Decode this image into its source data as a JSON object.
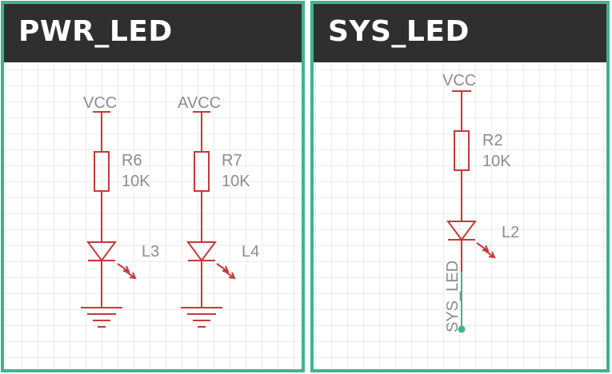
{
  "panels": {
    "left": {
      "title": "PWR_LED"
    },
    "right": {
      "title": "SYS_LED"
    }
  },
  "circuits": {
    "r6": {
      "supply": "VCC",
      "resistor": "R6",
      "value": "10K",
      "led": "L3"
    },
    "r7": {
      "supply": "AVCC",
      "resistor": "R7",
      "value": "10K",
      "led": "L4"
    },
    "r2": {
      "supply": "VCC",
      "resistor": "R2",
      "value": "10K",
      "led": "L2",
      "net_label": "SYS_LED"
    }
  },
  "colors": {
    "frame": "#3fb48c",
    "header_bg": "#2f2f2f",
    "wire": "#c43a3a",
    "label": "#8c8c8c"
  }
}
